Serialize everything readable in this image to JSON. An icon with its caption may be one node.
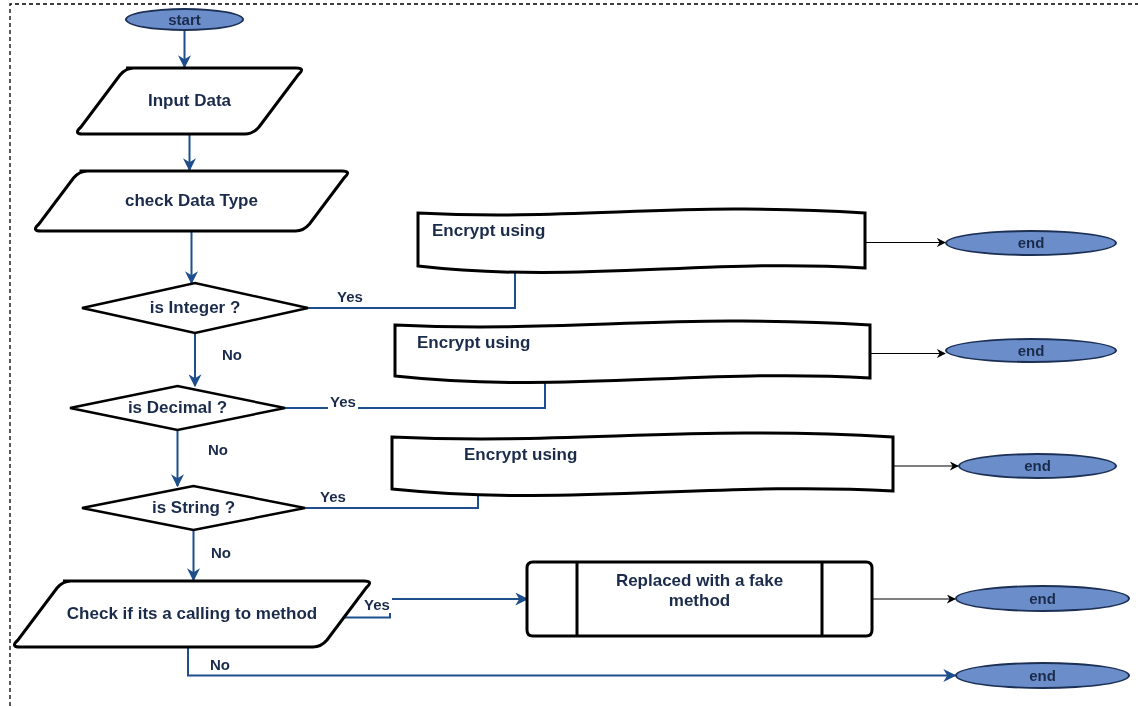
{
  "diagram": {
    "nodes": [
      {
        "text": [
          "start"
        ]
      },
      {
        "text": [
          "Input Data"
        ]
      },
      {
        "text": [
          "check Data Type"
        ]
      },
      {
        "text": [
          "is Integer ?"
        ]
      },
      {
        "text": [
          "Encrypt using"
        ]
      },
      {
        "text": [
          "end"
        ]
      },
      {
        "text": [
          "is Decimal ?"
        ]
      },
      {
        "text": [
          "Encrypt using"
        ]
      },
      {
        "text": [
          "end"
        ]
      },
      {
        "text": [
          "is String ?"
        ]
      },
      {
        "text": [
          "Encrypt using"
        ]
      },
      {
        "text": [
          "end"
        ]
      },
      {
        "text": [
          "Check if its a calling to method"
        ]
      },
      {
        "text": [
          "Replaced with a fake method"
        ]
      },
      {
        "text": [
          "end"
        ]
      },
      {
        "text": [
          "end"
        ]
      }
    ],
    "edges": [
      {
        "from": 0,
        "to": 1,
        "arrow": "to"
      },
      {
        "from": 1,
        "to": 2,
        "arrow": "to"
      },
      {
        "from": 2,
        "to": 3,
        "arrow": "to"
      },
      {
        "from": 3,
        "to": 4,
        "arrow": "none",
        "label": "Yes"
      },
      {
        "from": 4,
        "to": 5,
        "arrow": "to",
        "color": "#000000"
      },
      {
        "from": 3,
        "to": 6,
        "arrow": "to",
        "label": "No"
      },
      {
        "from": 6,
        "to": 7,
        "arrow": "none",
        "label": "Yes"
      },
      {
        "from": 7,
        "to": 8,
        "arrow": "to",
        "color": "#000000"
      },
      {
        "from": 6,
        "to": 9,
        "arrow": "to",
        "label": "No"
      },
      {
        "from": 9,
        "to": 10,
        "arrow": "none",
        "label": "Yes"
      },
      {
        "from": 10,
        "to": 11,
        "arrow": "to",
        "color": "#000000"
      },
      {
        "from": 9,
        "to": 12,
        "arrow": "to",
        "label": "No"
      },
      {
        "from": 12,
        "to": 13,
        "arrow": "to",
        "label": "Yes"
      },
      {
        "from": 13,
        "to": 14,
        "arrow": "to",
        "color": "#000000"
      },
      {
        "from": 12,
        "to": 15,
        "arrow": "to",
        "label": "No"
      }
    ]
  }
}
